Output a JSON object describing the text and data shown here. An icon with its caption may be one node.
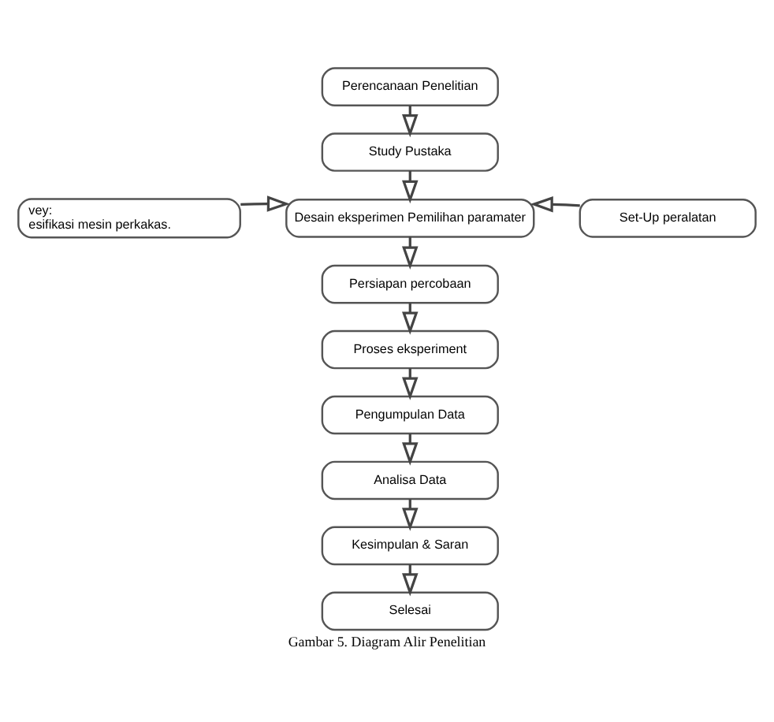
{
  "diagram": {
    "caption": "Gambar 5. Diagram Alir Penelitian",
    "nodes": [
      {
        "text": [
          "Perencanaan Penelitian"
        ]
      },
      {
        "text": [
          "Study Pustaka"
        ]
      },
      {
        "text": [
          "vey:",
          "esifikasi mesin perkakas."
        ]
      },
      {
        "text": [
          "Desain eksperimen Pemilihan paramater"
        ]
      },
      {
        "text": [
          "Set-Up peralatan"
        ]
      },
      {
        "text": [
          "Persiapan percobaan"
        ]
      },
      {
        "text": [
          "Proses eksperiment"
        ]
      },
      {
        "text": [
          "Pengumpulan Data"
        ]
      },
      {
        "text": [
          "Analisa Data"
        ]
      },
      {
        "text": [
          "Kesimpulan & Saran"
        ]
      },
      {
        "text": [
          "Selesai"
        ]
      }
    ],
    "edges": [
      {
        "from": 0,
        "to": 1,
        "arrow": "to"
      },
      {
        "from": 1,
        "to": 3,
        "arrow": "to"
      },
      {
        "from": 2,
        "to": 3,
        "arrow": "to"
      },
      {
        "from": 4,
        "to": 3,
        "arrow": "to"
      },
      {
        "from": 3,
        "to": 5,
        "arrow": "to"
      },
      {
        "from": 5,
        "to": 6,
        "arrow": "to"
      },
      {
        "from": 6,
        "to": 7,
        "arrow": "to"
      },
      {
        "from": 7,
        "to": 8,
        "arrow": "to"
      },
      {
        "from": 8,
        "to": 9,
        "arrow": "to"
      },
      {
        "from": 9,
        "to": 10,
        "arrow": "to"
      }
    ]
  }
}
